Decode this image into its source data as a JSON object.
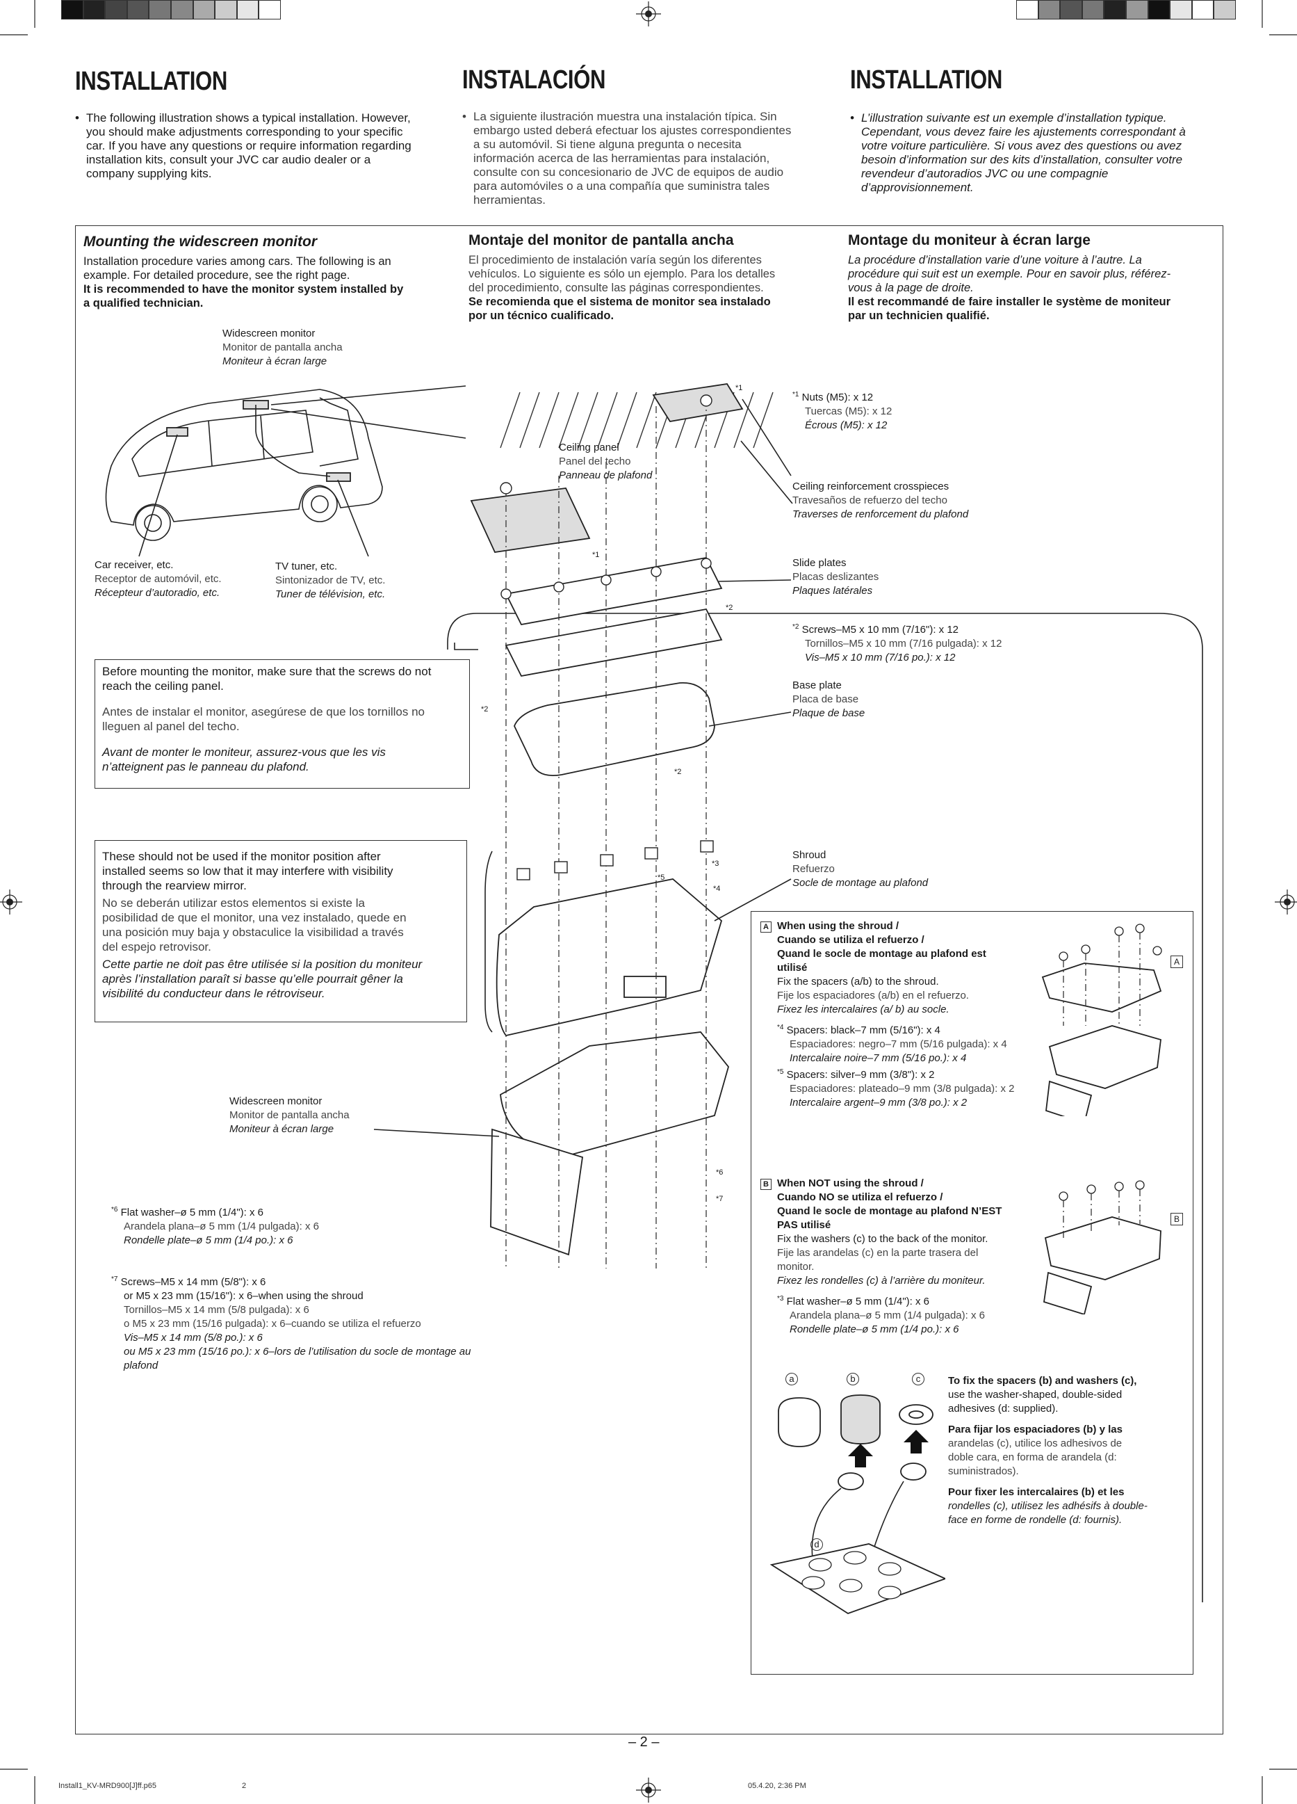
{
  "headers": {
    "en": "INSTALLATION",
    "es": "INSTALACIÓN",
    "fr": "INSTALLATION"
  },
  "intro": {
    "en": [
      "The following illustration shows a typical installation. However,",
      "you should make adjustments corresponding to your specific",
      "car. If you have any questions or require information regarding",
      "installation kits, consult your JVC car audio dealer or a",
      "company supplying kits."
    ],
    "es": [
      "La siguiente ilustración muestra una instalación típica. Sin",
      "embargo usted deberá efectuar los ajustes correspondientes",
      "a su automóvil. Si tiene alguna pregunta o necesita",
      "información acerca de las herramientas para instalación,",
      "consulte con su concesionario de JVC de equipos de audio",
      "para automóviles o a una compañía que suministra tales",
      "herramientas."
    ],
    "fr": [
      "L’illustration suivante est un exemple d’installation typique.",
      "Cependant, vous devez faire les ajustements correspondant à",
      "votre voiture particulière. Si vous avez des questions ou avez",
      "besoin d’information sur des kits d’installation, consulter votre",
      "revendeur d’autoradios JVC ou une compagnie",
      "d’approvisionnement."
    ]
  },
  "mounting": {
    "en": {
      "title": "Mounting the widescreen monitor",
      "body": [
        "Installation procedure varies among cars. The following is an",
        "example. For detailed procedure, see the right page."
      ],
      "bold": [
        "It is recommended to have the monitor system installed by",
        "a qualified technician."
      ]
    },
    "es": {
      "title": "Montaje del monitor de pantalla ancha",
      "body": [
        "El procedimiento de instalación varía según los diferentes",
        "vehículos. Lo siguiente es sólo un ejemplo. Para los detalles",
        "del procedimiento, consulte las páginas correspondientes."
      ],
      "bold": [
        "Se recomienda que el sistema de monitor sea instalado",
        "por un técnico cualificado."
      ]
    },
    "fr": {
      "title": "Montage du moniteur à écran large",
      "body": [
        "La procédure d’installation varie d’une voiture à l’autre. La",
        "procédure qui suit est un exemple. Pour en savoir plus, référez-",
        "vous à la page de droite."
      ],
      "bold": [
        "Il est recommandé de faire installer le système de moniteur",
        "par un technicien qualifié."
      ]
    }
  },
  "car_labels": {
    "monitor": [
      "Widescreen monitor",
      "Monitor de pantalla ancha",
      "Moniteur à écran large"
    ],
    "receiver": [
      "Car receiver, etc.",
      "Receptor de automóvil, etc.",
      "Récepteur d’autoradio, etc."
    ],
    "tv": [
      "TV tuner, etc.",
      "Sintonizador de TV, etc.",
      "Tuner de télévision, etc."
    ]
  },
  "note1": {
    "en": [
      "Before mounting the monitor, make sure that the screws do not",
      "reach the ceiling panel."
    ],
    "es": [
      "Antes de instalar el monitor, asegúrese de que los tornillos no",
      "lleguen al panel del techo."
    ],
    "fr": [
      "Avant de monter le moniteur, assurez-vous que les vis",
      "n’atteignent pas le panneau du plafond."
    ]
  },
  "note2": {
    "en": [
      "These should not be used if the monitor position after",
      "installed seems so low that it may interfere with visibility",
      "through the rearview mirror."
    ],
    "es": [
      "No se deberán utilizar estos elementos si existe la",
      "posibilidad de que el monitor, una vez instalado, quede en",
      "una posición muy baja y obstaculice la visibilidad a través",
      "del espejo retrovisor."
    ],
    "fr": [
      "Cette partie ne doit pas être utilisée si la position du moniteur",
      "après l’installation paraît si basse qu’elle pourrait gêner la",
      "visibilité du conducteur dans le rétroviseur."
    ]
  },
  "parts": {
    "nuts": {
      "mark": "*1",
      "lines": [
        "Nuts (M5): x 12",
        "Tuercas (M5): x 12",
        "Écrous (M5): x 12"
      ]
    },
    "ceiling": [
      "Ceiling panel",
      "Panel del techo",
      "Panneau de plafond"
    ],
    "crosspieces": [
      "Ceiling reinforcement crosspieces",
      "Travesaños de refuerzo del techo",
      "Traverses de renforcement du plafond"
    ],
    "slide": [
      "Slide plates",
      "Placas deslizantes",
      "Plaques latérales"
    ],
    "screws2": {
      "mark": "*2",
      "lines": [
        "Screws–M5 x 10 mm (7/16\"): x 12",
        "Tornillos–M5 x 10 mm (7/16 pulgada): x 12",
        "Vis–M5 x 10 mm (7/16 po.): x 12"
      ]
    },
    "base": [
      "Base plate",
      "Placa de base",
      "Plaque de base"
    ],
    "shroud": [
      "Shroud",
      "Refuerzo",
      "Socle de montage au plafond"
    ],
    "monitor": [
      "Widescreen monitor",
      "Monitor de pantalla ancha",
      "Moniteur à écran large"
    ],
    "washer6": {
      "mark": "*6",
      "lines": [
        "Flat washer–ø 5 mm (1/4\"): x 6",
        "Arandela plana–ø 5 mm (1/4 pulgada): x 6",
        "Rondelle plate–ø 5 mm (1/4 po.): x 6"
      ]
    },
    "screws7": {
      "mark": "*7",
      "lines": [
        "Screws–M5 x 14 mm (5/8\"): x 6",
        "or M5 x 23 mm (15/16\"): x 6–when using the shroud",
        "Tornillos–M5 x 14 mm (5/8 pulgada): x 6",
        "o M5 x 23 mm (15/16 pulgada): x 6–cuando se utiliza el refuerzo",
        "Vis–M5 x 14 mm (5/8 po.): x 6",
        "ou M5 x 23 mm (15/16 po.): x 6–lors de l’utilisation du socle de montage au",
        "plafond"
      ]
    }
  },
  "marks": {
    "m1": "*1",
    "m2": "*2",
    "m3": "*3",
    "m4": "*4",
    "m5": "*5",
    "m6": "*6",
    "m7": "*7"
  },
  "panel_a": {
    "letter": "A",
    "title": [
      "When using the shroud /",
      "Cuando se utiliza el refuerzo /",
      "Quand le socle de montage au plafond est",
      "utilisé"
    ],
    "fix": [
      "Fix the spacers (a/b) to the shroud.",
      "Fije los espaciadores (a/b) en el refuerzo.",
      "Fixez les intercalaires (a/ b) au socle."
    ],
    "spacers4": {
      "mark": "*4",
      "lines": [
        "Spacers: black–7 mm (5/16\"): x 4",
        "Espaciadores: negro–7 mm (5/16 pulgada): x 4",
        "Intercalaire noire–7 mm (5/16 po.): x 4"
      ]
    },
    "spacers5": {
      "mark": "*5",
      "lines": [
        "Spacers: silver–9 mm (3/8\"): x 2",
        "Espaciadores: plateado–9 mm (3/8 pulgada): x 2",
        "Intercalaire argent–9 mm (3/8 po.): x 2"
      ]
    }
  },
  "panel_b": {
    "letter": "B",
    "title": [
      "When NOT using the shroud /",
      "Cuando NO se utiliza el refuerzo /",
      "Quand le socle de montage au plafond N’EST",
      "PAS utilisé"
    ],
    "fix": [
      "Fix the washers (c) to the back of the monitor.",
      "Fije las arandelas (c) en la parte trasera del",
      "monitor.",
      "Fixez les rondelles (c) à l’arrière du moniteur."
    ],
    "washer3": {
      "mark": "*3",
      "lines": [
        "Flat washer–ø 5 mm (1/4\"): x 6",
        "Arandela plana–ø 5 mm (1/4 pulgada): x 6",
        "Rondelle plate–ø 5 mm (1/4 po.): x 6"
      ]
    }
  },
  "adhesive": {
    "labels": {
      "a": "a",
      "b": "b",
      "c": "c",
      "d": "d"
    },
    "en": [
      "To fix the spacers (b) and washers (c),",
      "use the washer-shaped, double-sided",
      "adhesives (d: supplied)."
    ],
    "es": [
      "Para fijar los espaciadores (b) y las",
      "arandelas (c), utilice los adhesivos de",
      "doble cara, en forma de arandela (d:",
      "suministrados)."
    ],
    "fr": [
      "Pour fixer les intercalaires (b) et les",
      "rondelles (c), utilisez les adhésifs à double-",
      "face en forme de rondelle (d: fournis)."
    ]
  },
  "footer": {
    "page": "– 2 –",
    "file": "Install1_KV-MRD900[J]ff.p65",
    "num": "2",
    "date": "05.4.20, 2:36 PM"
  }
}
